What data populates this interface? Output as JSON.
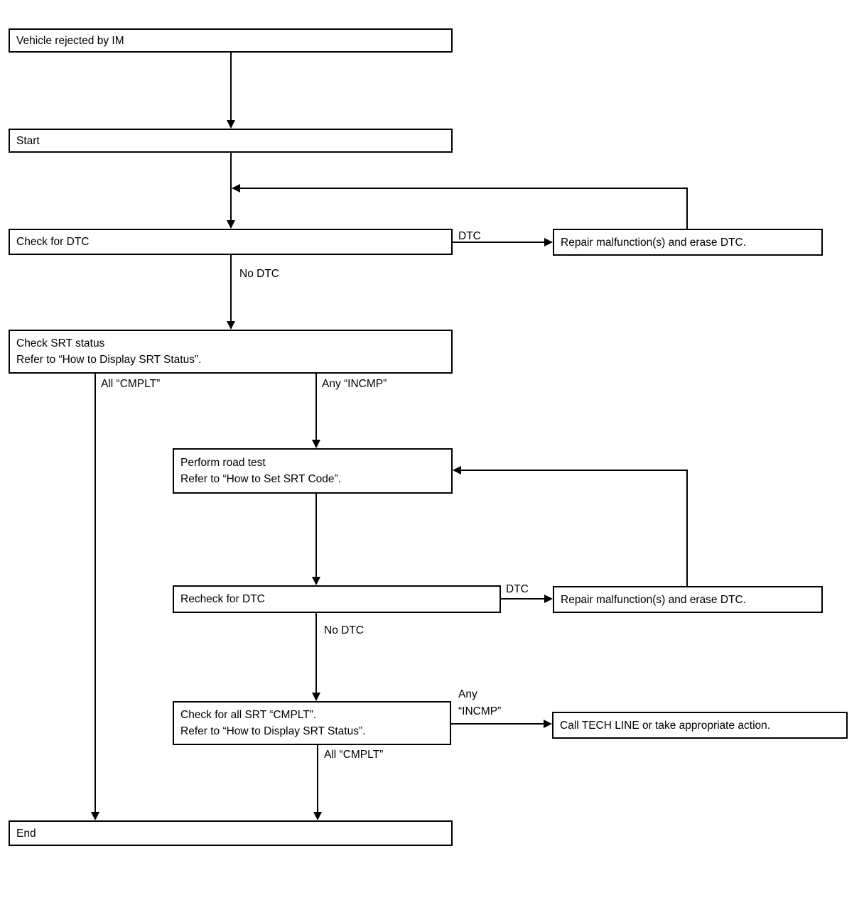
{
  "diagram": {
    "nodes": {
      "vehicle_rejected": {
        "line1": "Vehicle rejected by IM"
      },
      "start": {
        "line1": "Start"
      },
      "check_dtc": {
        "line1": "Check for DTC"
      },
      "check_srt": {
        "line1": "Check SRT status",
        "line2": "Refer to “How to Display SRT Status”."
      },
      "road_test": {
        "line1": "Perform road test",
        "line2": "Refer to “How to Set SRT Code”."
      },
      "recheck_dtc": {
        "line1": "Recheck for DTC"
      },
      "check_all_srt": {
        "line1": "Check for all SRT “CMPLT”.",
        "line2": "Refer to “How to Display SRT Status”."
      },
      "end": {
        "line1": "End"
      },
      "repair_1": {
        "line1": "Repair malfunction(s) and erase DTC."
      },
      "repair_2": {
        "line1": "Repair malfunction(s) and erase DTC."
      },
      "tech_line": {
        "line1": "Call TECH LINE or take appropriate action."
      }
    },
    "edge_labels": {
      "dtc_1": "DTC",
      "no_dtc_1": "No DTC",
      "all_cmplt_1": "All “CMPLT”",
      "any_incmp_1": "Any “INCMP”",
      "dtc_2": "DTC",
      "no_dtc_2": "No DTC",
      "any_incmp_2_line1": "Any",
      "any_incmp_2_line2": "“INCMP”",
      "all_cmplt_2": "All “CMPLT”"
    },
    "colors": {
      "line": "#000000",
      "background": "#ffffff",
      "text": "#000000"
    }
  }
}
